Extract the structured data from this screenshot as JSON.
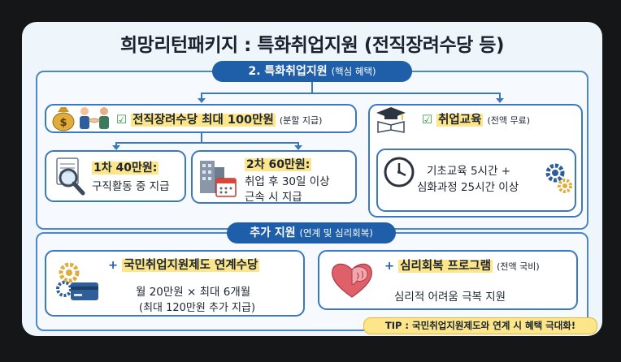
{
  "title": "희망리턴패키지 : 특화취업지원 (전직장려수당 등)",
  "section1": {
    "label": "2. 특화취업지원",
    "sub": "(핵심 혜택)"
  },
  "allowance": {
    "check": "☑",
    "title": "전직장려수당 최대 100만원",
    "sub": "(분할 지급)"
  },
  "first_payment": {
    "title": "1차 40만원:",
    "desc": "구직활동 중 지급"
  },
  "second_payment": {
    "title": "2차 60만원:",
    "line1": "취업 후 30일 이상",
    "line2": "근속 시 지급"
  },
  "education": {
    "check": "☑",
    "title": "취업교육",
    "sub": "(전액 무료)",
    "line1": "기초교육 5시간 +",
    "line2": "심화과정 25시간 이상"
  },
  "section2": {
    "label": "추가 지원",
    "sub": "(연계 및 심리회복)"
  },
  "national": {
    "plus": "+",
    "title": "국민취업지원제도 연계수당",
    "line1": "월 20만원 × 최대 6개월",
    "line2": "(최대 120만원 추가 지급)"
  },
  "recovery": {
    "plus": "+",
    "title": "심리회복 프로그램",
    "sub": "(전액 국비)",
    "desc": "심리적 어려움 극복 지원"
  },
  "tip": "TIP : 국민취업지원제도와 연계 시 혜택 극대화!",
  "colors": {
    "primary": "#1f5ea8",
    "highlight": "#fde58a",
    "check": "#2e9a3a",
    "background": "#eef5fb"
  }
}
